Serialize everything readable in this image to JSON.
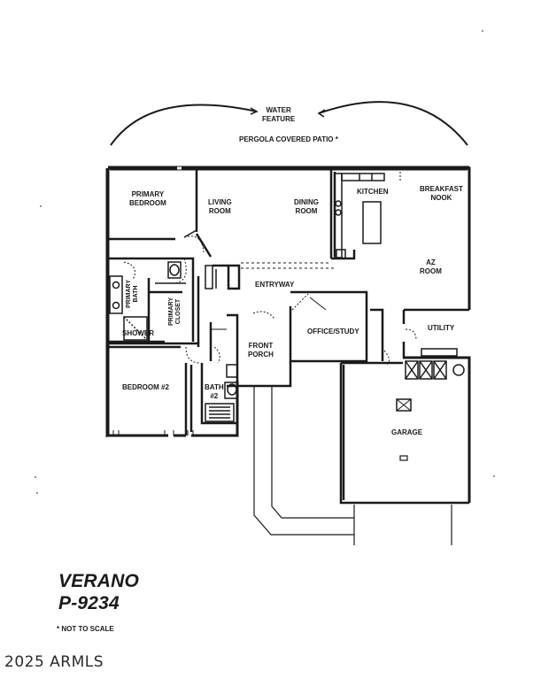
{
  "rooms": {
    "water_feature": "WATER\nFEATURE",
    "pergola": "PERGOLA COVERED PATIO *",
    "primary_bedroom": "PRIMARY\nBEDROOM",
    "living_room": "LIVING\nROOM",
    "dining_room": "DINING\nROOM",
    "kitchen": "KITCHEN",
    "breakfast_nook": "BREAKFAST\nNOOK",
    "az_room": "AZ\nROOM",
    "entryway": "ENTRYWAY",
    "primary_bath": "PRIMARY\nBATH",
    "primary_closet": "PRIMARY\nCLOSET",
    "shower": "SHOWER",
    "office_study": "OFFICE/STUDY",
    "utility": "UTILITY",
    "front_porch": "FRONT\nPORCH",
    "bedroom_2": "BEDROOM #2",
    "bath_2": "BATH\n#2",
    "garage": "GARAGE"
  },
  "model": {
    "name": "VERANO",
    "number": "P-9234"
  },
  "note": "* NOT TO SCALE",
  "copyright": "2025 ARMLS",
  "colors": {
    "line": "#1a1a1a",
    "background": "#ffffff"
  }
}
